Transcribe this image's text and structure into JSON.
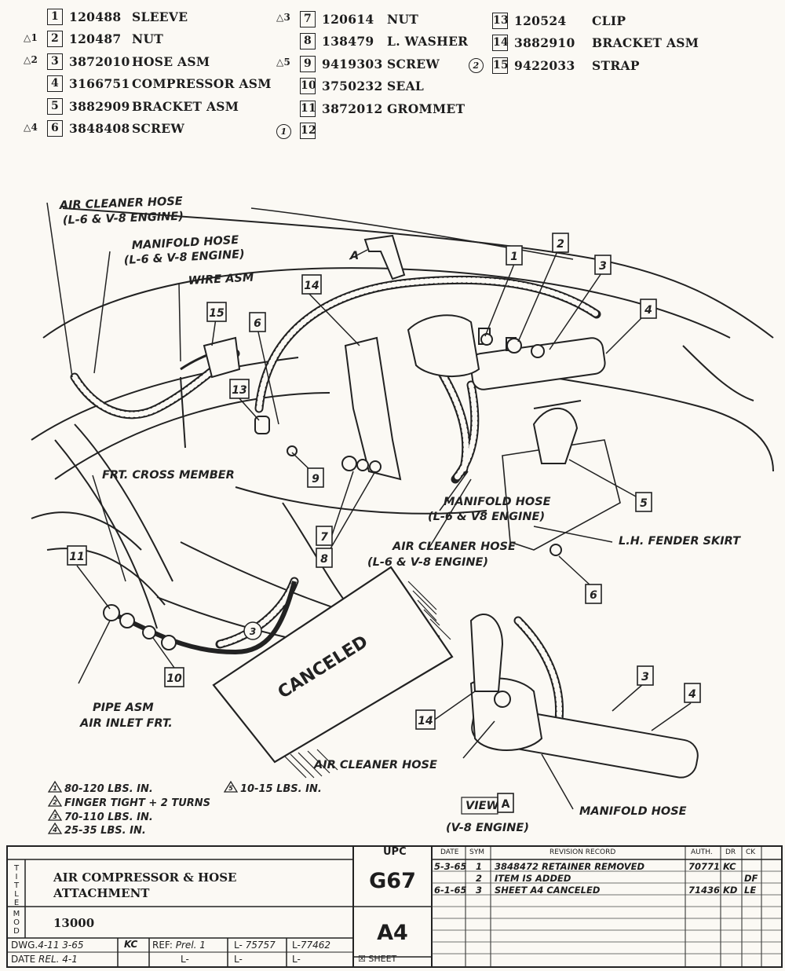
{
  "parts": [
    {
      "no": "1",
      "pn": "120488",
      "name": "SLEEVE",
      "mark": ""
    },
    {
      "no": "2",
      "pn": "120487",
      "name": "NUT",
      "mark": "1"
    },
    {
      "no": "3",
      "pn": "3872010",
      "name": "HOSE ASM",
      "mark": "2"
    },
    {
      "no": "4",
      "pn": "3166751",
      "name": "COMPRESSOR ASM",
      "mark": ""
    },
    {
      "no": "5",
      "pn": "3882909",
      "name": "BRACKET ASM",
      "mark": ""
    },
    {
      "no": "6",
      "pn": "3848408",
      "name": "SCREW",
      "mark": "4"
    },
    {
      "no": "7",
      "pn": "120614",
      "name": "NUT",
      "mark": "3"
    },
    {
      "no": "8",
      "pn": "138479",
      "name": "L. WASHER",
      "mark": ""
    },
    {
      "no": "9",
      "pn": "9419303",
      "name": "SCREW",
      "mark": "5"
    },
    {
      "no": "10",
      "pn": "3750232",
      "name": "SEAL",
      "mark": ""
    },
    {
      "no": "11",
      "pn": "3872012",
      "name": "GROMMET",
      "mark": ""
    },
    {
      "no": "12",
      "pn": "",
      "name": "",
      "mark": "circle1"
    },
    {
      "no": "13",
      "pn": "120524",
      "name": "CLIP",
      "mark": ""
    },
    {
      "no": "14",
      "pn": "3882910",
      "name": "BRACKET ASM",
      "mark": ""
    },
    {
      "no": "15",
      "pn": "9422033",
      "name": "STRAP",
      "mark": "circle2"
    }
  ],
  "labels": {
    "air_cleaner_hose_1": "AIR CLEANER HOSE",
    "engine_1": "(L-6 & V-8 ENGINE)",
    "manifold_hose_1": "MANIFOLD HOSE",
    "engine_2": "(L-6 & V-8 ENGINE)",
    "wire_asm": "WIRE ASM",
    "frt_cross_member": "FRT. CROSS MEMBER",
    "manifold_hose_2": "MANIFOLD HOSE",
    "engine_3": "(L-6 & V8 ENGINE)",
    "air_cleaner_hose_2": "AIR CLEANER HOSE",
    "engine_4": "(L-6 & V-8 ENGINE)",
    "fender_skirt": "L.H. FENDER SKIRT",
    "pipe_asm": "PIPE ASM",
    "air_inlet": "AIR INLET FRT.",
    "air_cleaner_hose_3": "AIR CLEANER HOSE",
    "manifold_hose_3": "MANIFOLD HOSE",
    "view": "VIEW",
    "view_letter": "A",
    "v8": "(V-8 ENGINE)",
    "canceled": "CANCELED",
    "a_marker": "A"
  },
  "torque": [
    {
      "mark": "1",
      "text": "80-120 LBS. IN."
    },
    {
      "mark": "2",
      "text": "FINGER TIGHT + 2 TURNS"
    },
    {
      "mark": "3",
      "text": "70-110 LBS. IN."
    },
    {
      "mark": "4",
      "text": "25-35 LBS. IN."
    },
    {
      "mark": "5",
      "text": "10-15 LBS. IN."
    }
  ],
  "title_block": {
    "title_side": "TITLE",
    "title_line1": "AIR COMPRESSOR & HOSE",
    "title_line2": "ATTACHMENT",
    "mod_side": "MOD",
    "mod": "13000",
    "upc_label": "UPC",
    "upc": "G67",
    "sheet": "A4",
    "sheet_label": "SHEET",
    "dwg_label": "DWG.",
    "dwg": "4-11 3-65",
    "dwg_init": "KC",
    "date_label": "DATE",
    "date": "REL. 4-1",
    "ref_label": "REF:",
    "ref": "Prel. 1",
    "l1_label": "L-",
    "l1": "75757",
    "l2_label": "L-",
    "l2": "77462",
    "l_blank": "L-",
    "col_date": "DATE",
    "col_sym": "SYM",
    "col_rev": "REVISION RECORD",
    "col_auth": "AUTH.",
    "col_dr": "DR",
    "col_ck": "CK",
    "revisions": [
      {
        "date": "5-3-65",
        "sym": "1",
        "text": "3848472 RETAINER REMOVED",
        "auth": "70771",
        "dr": "KC",
        "ck": ""
      },
      {
        "date": "",
        "sym": "2",
        "text": "ITEM IS ADDED",
        "auth": "",
        "dr": "",
        "ck": "DF"
      },
      {
        "date": "6-1-65",
        "sym": "3",
        "text": "SHEET A4 CANCELED",
        "auth": "71436",
        "dr": "KD",
        "ck": "LE"
      }
    ]
  }
}
